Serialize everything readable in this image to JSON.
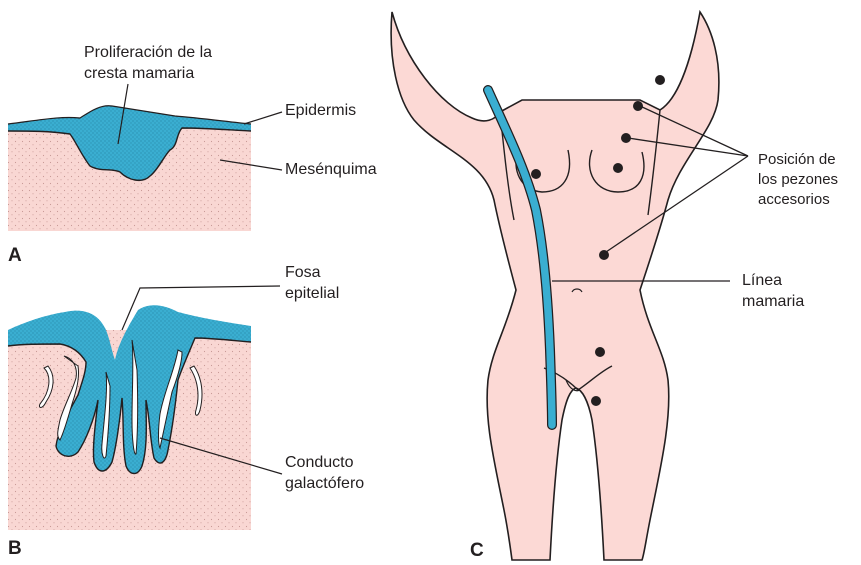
{
  "panels": {
    "a": "A",
    "b": "B",
    "c": "C"
  },
  "labels": {
    "proliferacion_line1": "Proliferación de la",
    "proliferacion_line2": "cresta mamaria",
    "epidermis": "Epidermis",
    "mesenquima": "Mesénquima",
    "fosa_line1": "Fosa",
    "fosa_line2": "epitelial",
    "conducto_line1": "Conducto",
    "conducto_line2": "galactófero",
    "posicion_line1": "Posición de",
    "posicion_line2": "los pezones",
    "posicion_line3": "accesorios",
    "linea_line1": "Línea",
    "linea_line2": "mamaria"
  },
  "colors": {
    "mesenchyme": "#f9d7d3",
    "epithelium": "#3aaed1",
    "skin": "#fcd9d5",
    "mammary_line": "#3aaed1",
    "outline": "#231f20"
  }
}
